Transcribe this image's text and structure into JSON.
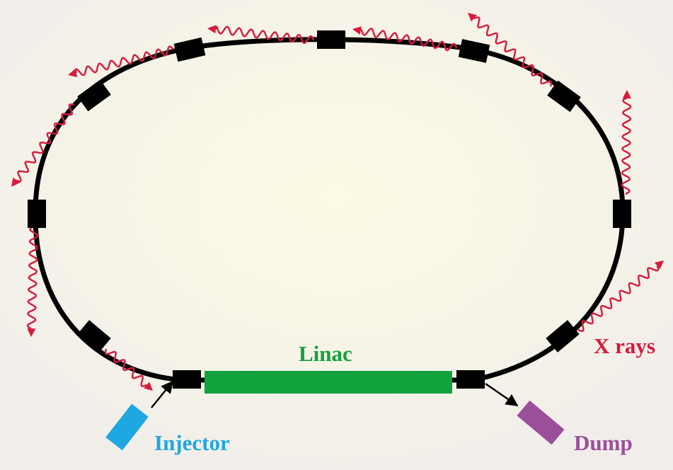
{
  "labels": {
    "linac": "Linac",
    "injector": "Injector",
    "dump": "Dump",
    "xrays": "X rays"
  },
  "colors": {
    "background_center": "#fdfbe4",
    "background_edge": "#f1eeea",
    "ring": "#000000",
    "magnet": "#000000",
    "linac": "#11a23d",
    "injector": "#1ea8e1",
    "dump": "#9b4f9b",
    "xray": "#d81a3c",
    "linac_label": "#11a23d",
    "injector_label": "#1ea8e1",
    "dump_label": "#9b4f9b",
    "xrays_label": "#d81a3c"
  }
}
